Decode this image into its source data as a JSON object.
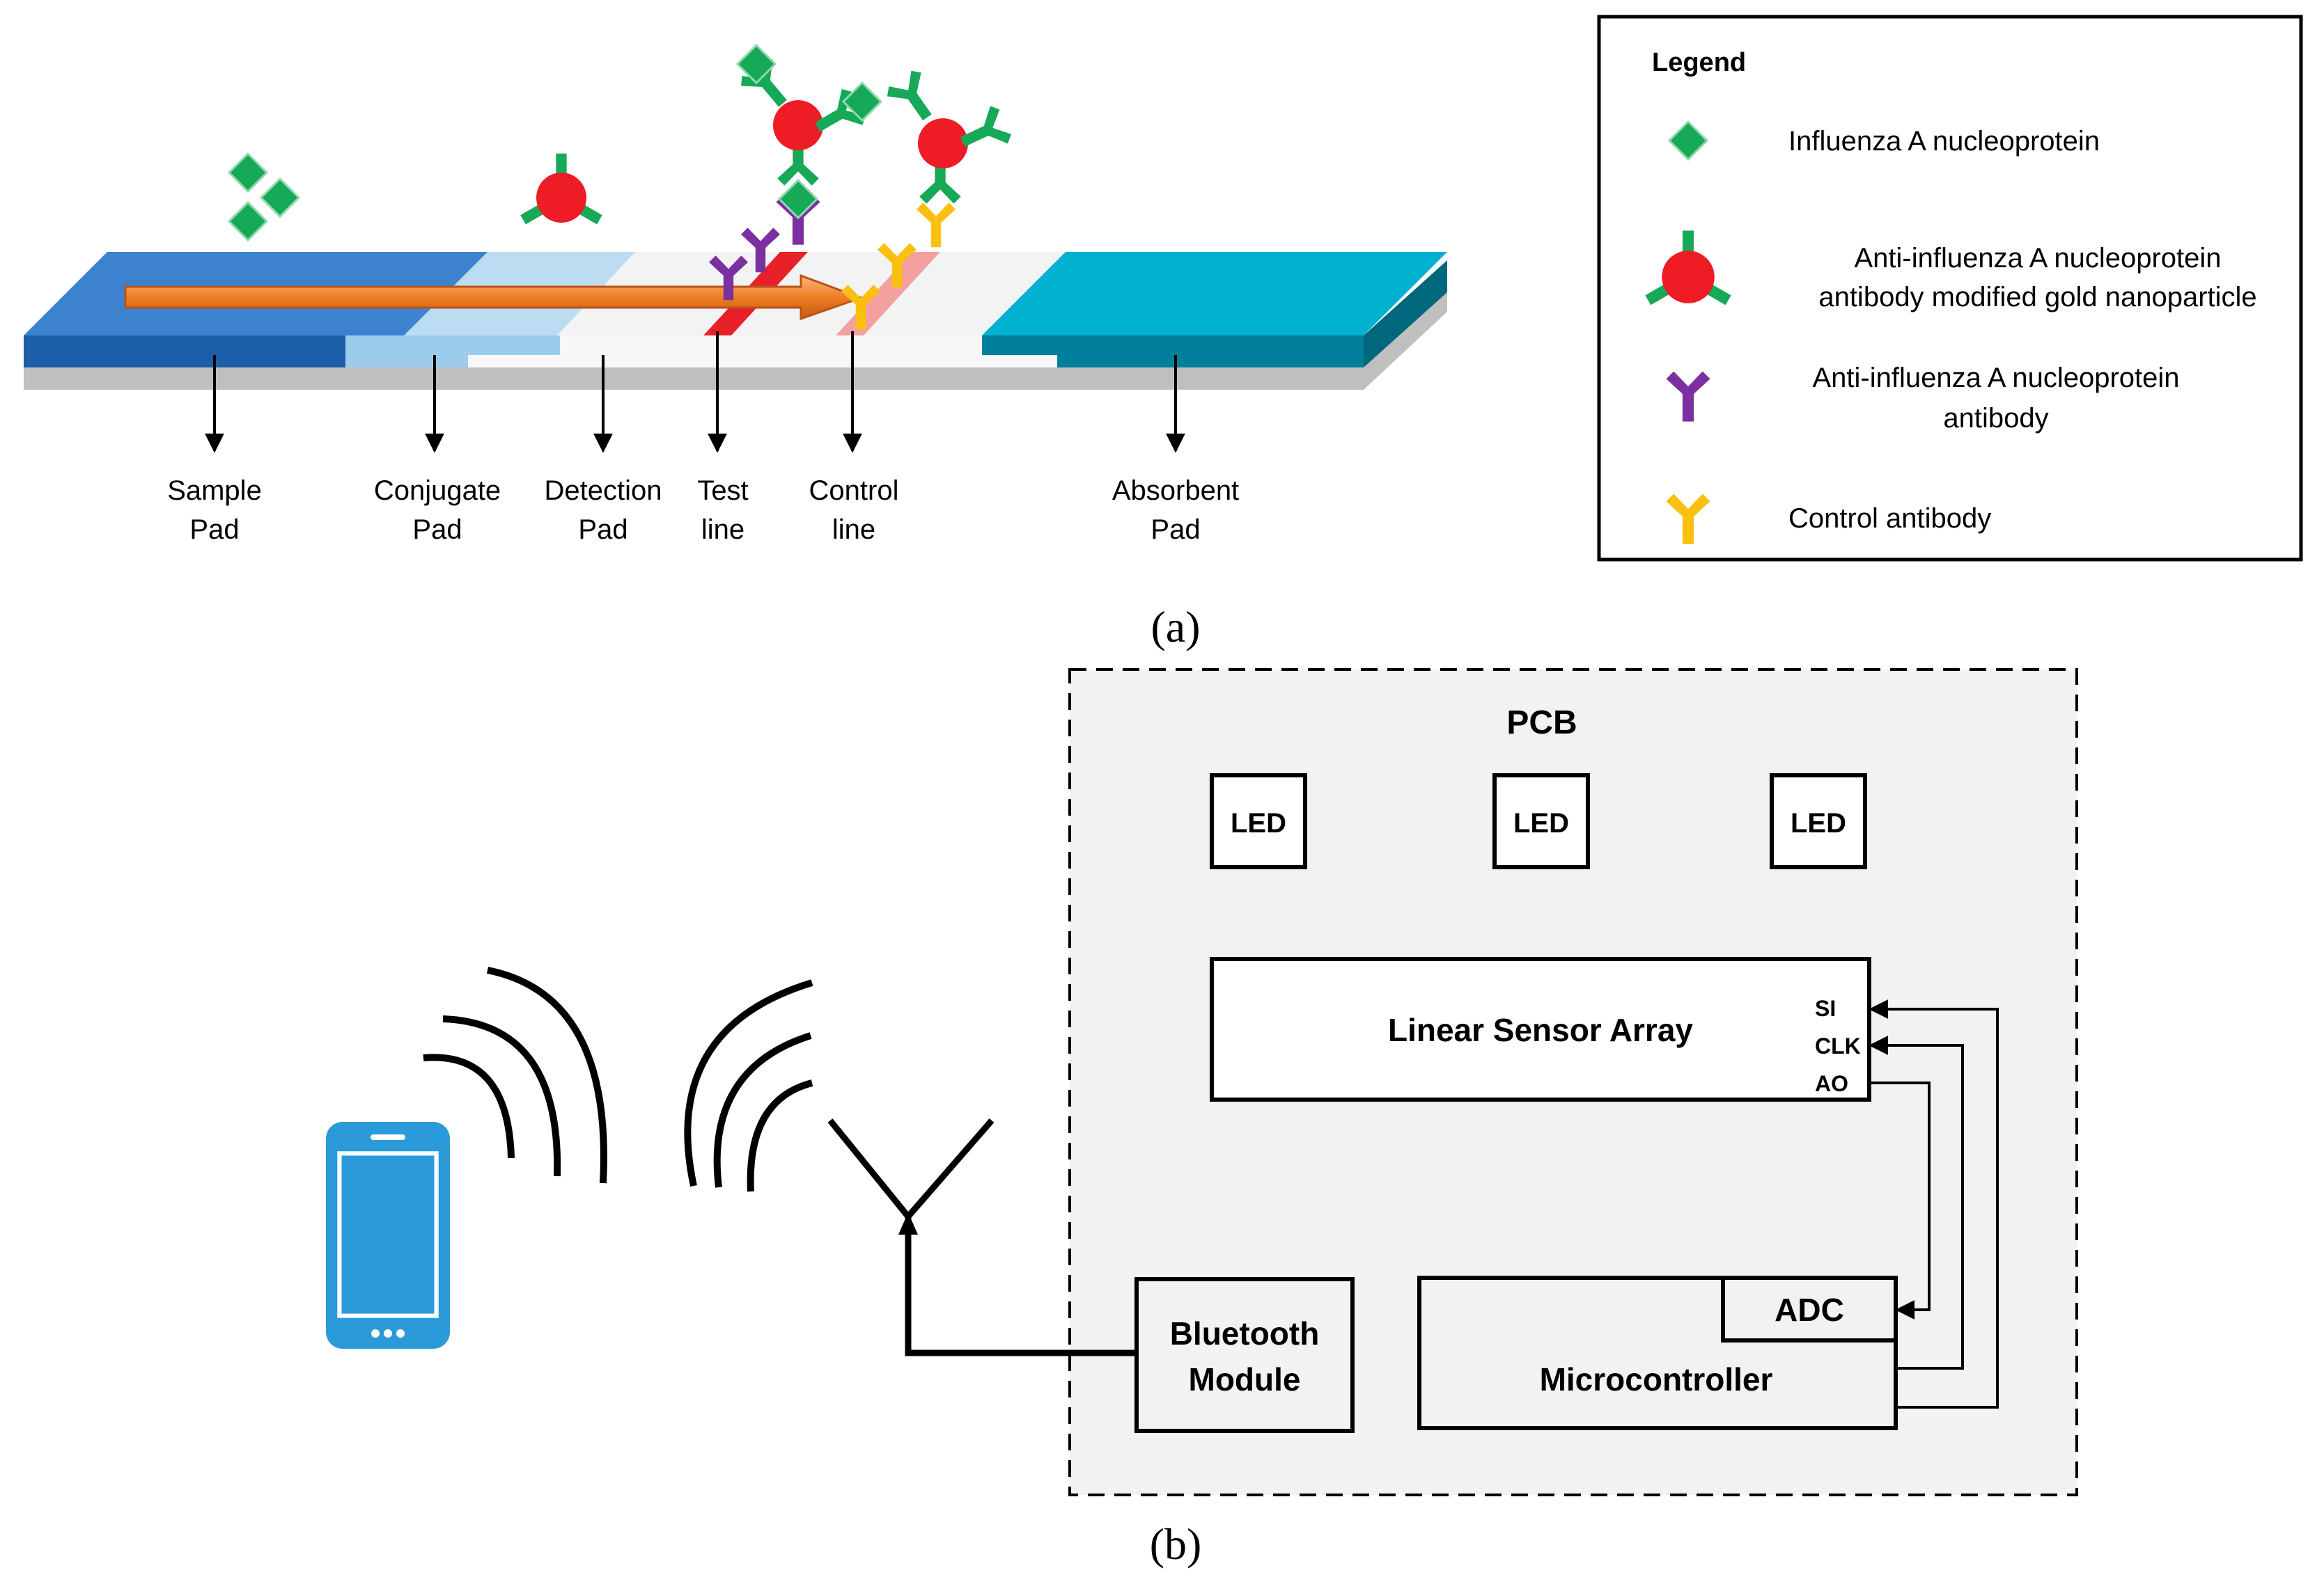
{
  "strip": {
    "labels": [
      {
        "line1": "Sample",
        "line2": "Pad"
      },
      {
        "line1": "Conjugate",
        "line2": "Pad"
      },
      {
        "line1": "Detection",
        "line2": "Pad"
      },
      {
        "line1": "Test",
        "line2": "line"
      },
      {
        "line1": "Control",
        "line2": "line"
      },
      {
        "line1": "Absorbent",
        "line2": "Pad"
      }
    ]
  },
  "legend": {
    "title": "Legend",
    "items": [
      {
        "line1": "Influenza A nucleoprotein",
        "line2": ""
      },
      {
        "line1": "Anti-influenza A nucleoprotein",
        "line2": "antibody modified gold nanoparticle"
      },
      {
        "line1": "Anti-influenza A nucleoprotein",
        "line2": "antibody"
      },
      {
        "line1": "Control antibody",
        "line2": ""
      }
    ]
  },
  "panel_a": "(a)",
  "panel_b": "(b)",
  "pcb": {
    "title": "PCB",
    "led": "LED",
    "sensor": "Linear Sensor Array",
    "pins": {
      "si": "SI",
      "clk": "CLK",
      "ao": "AO"
    },
    "adc": "ADC",
    "mcu": "Microcontroller",
    "bt_line1": "Bluetooth",
    "bt_line2": "Module"
  },
  "colors": {
    "sample_pad": "#1f6fb4",
    "conjugate_pad": "#a9d3ee",
    "absorbent_pad": "#00b0cf",
    "test_line": "#e8202a",
    "control_line": "#f5a0a0",
    "antigen": "#16a957",
    "gold_np": "#ee1c24",
    "test_antibody": "#7b2fa0",
    "control_antibody": "#fbbf10",
    "phone": "#2b9ad8",
    "pcb_fill": "#f2f2f2"
  }
}
